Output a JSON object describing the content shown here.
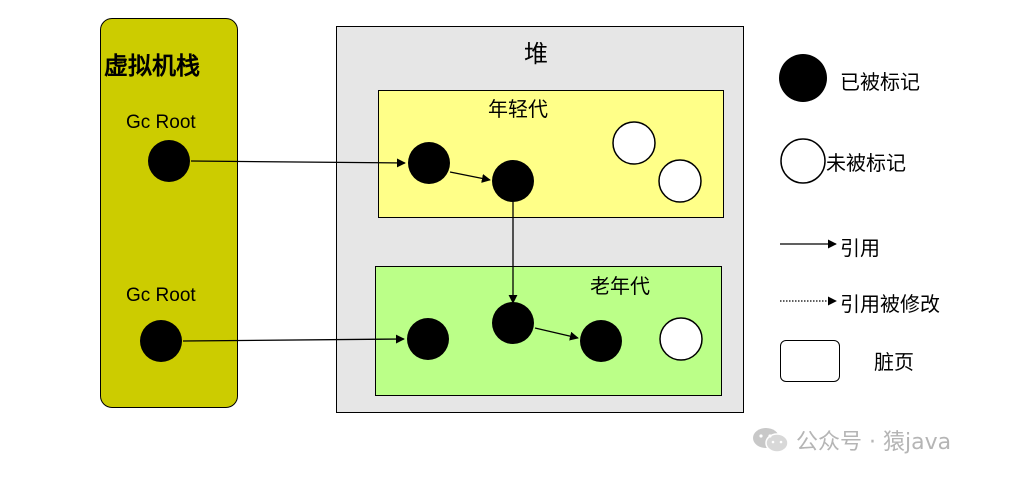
{
  "stack": {
    "title": "虚拟机栈",
    "roots": [
      "Gc Root",
      "Gc Root"
    ]
  },
  "heap": {
    "title": "堆",
    "young_title": "年轻代",
    "old_title": "老年代"
  },
  "legend": {
    "marked": "已被标记",
    "unmarked": "未被标记",
    "reference": "引用",
    "modified_reference": "引用被修改",
    "dirty_page": "脏页"
  },
  "watermark": {
    "text": "公众号 · 猿java",
    "icon": "wechat-icon"
  },
  "colors": {
    "stack_fill": "#cccc00",
    "heap_fill": "#e6e6e6",
    "young_fill": "#ffff88",
    "old_fill": "#bbff88",
    "marked_node": "#000000",
    "unmarked_node": "#ffffff",
    "watermark": "#b5b5b5"
  }
}
